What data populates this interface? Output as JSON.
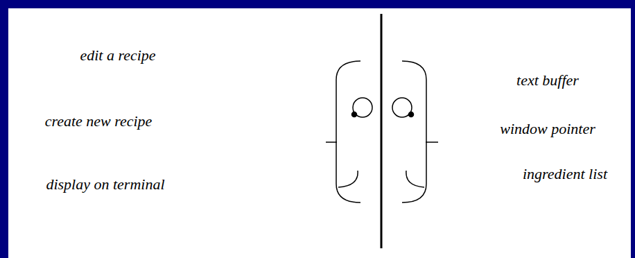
{
  "diagram": {
    "labels": [
      "edit a recipe",
      "create new recipe",
      "display on terminal",
      "text buffer",
      "window pointer",
      "ingredient list"
    ]
  }
}
